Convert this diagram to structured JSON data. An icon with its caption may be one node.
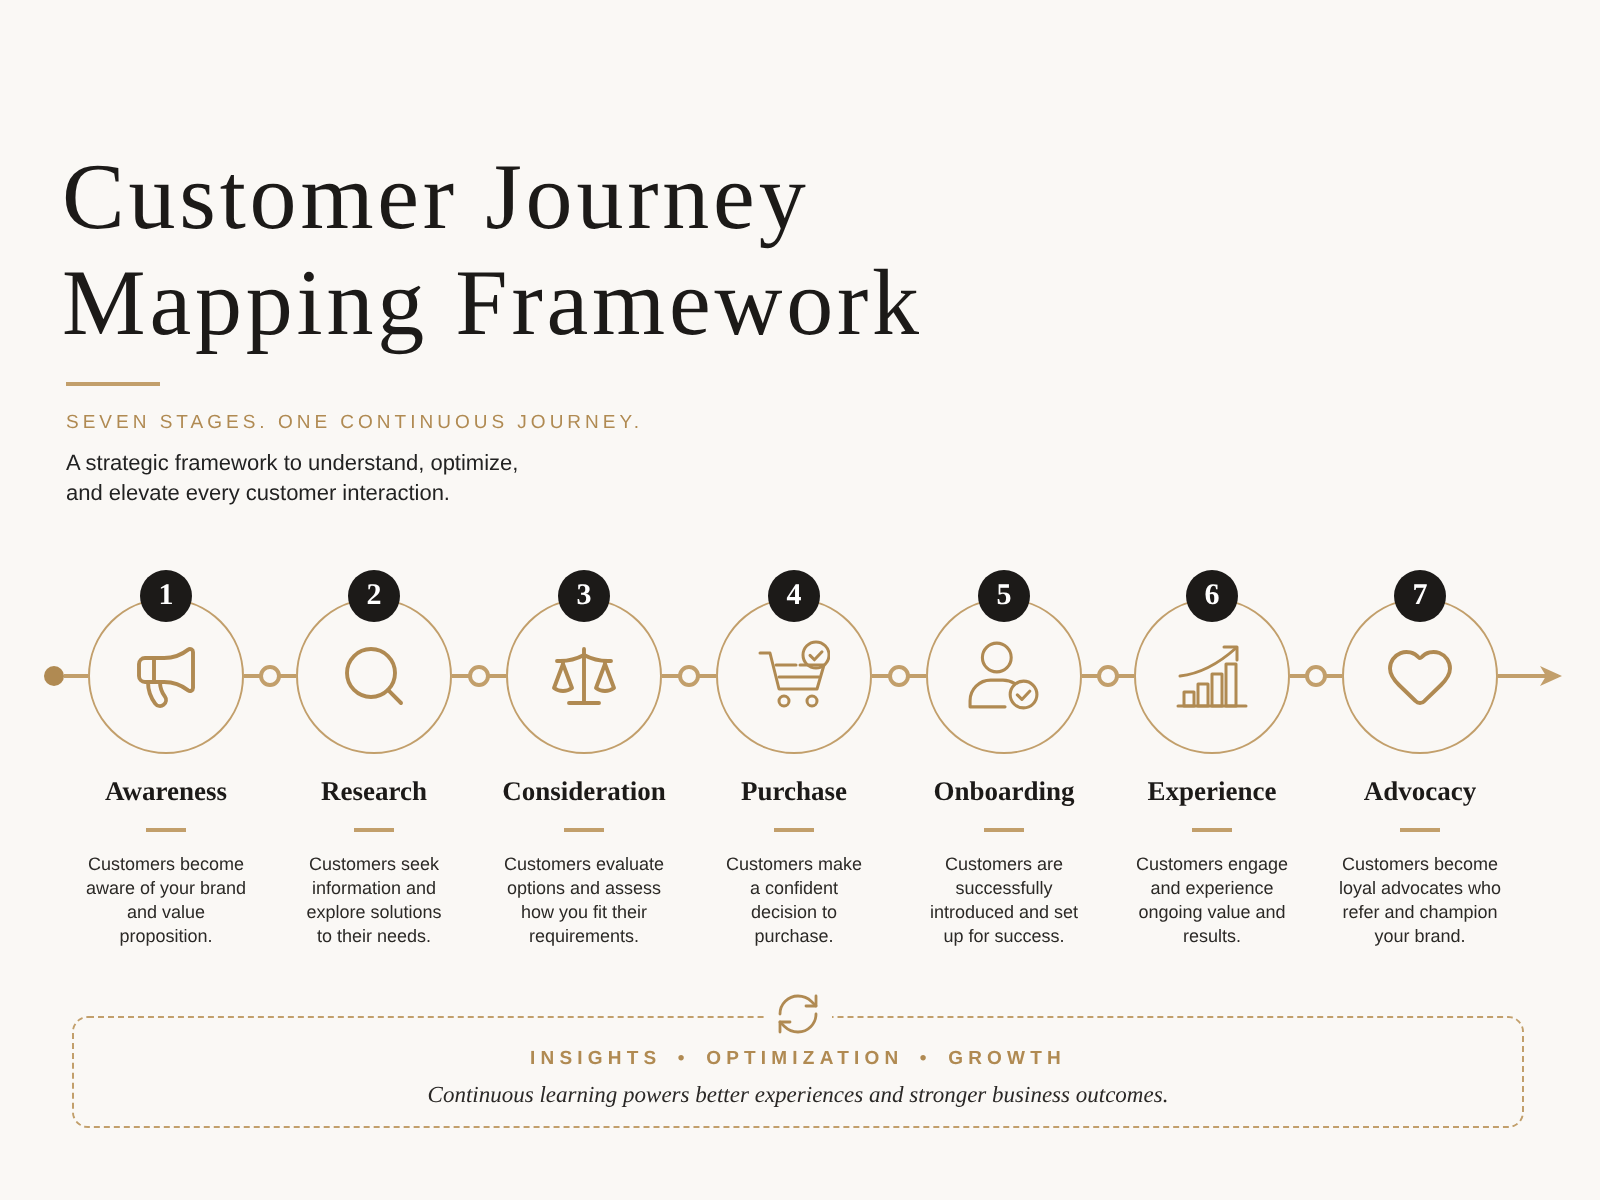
{
  "diagram": {
    "title": "Customer Journey Mapping Framework",
    "nodes": [
      {
        "text": [],
        "shape": "circle"
      },
      {
        "text": [
          "1"
        ]
      },
      {
        "text": [
          "Awareness",
          "Customers become aware of your brand and value proposition."
        ]
      },
      {
        "text": [
          "2"
        ]
      },
      {
        "text": [
          "Research",
          "Customers seek information and explore solutions to their needs."
        ]
      },
      {
        "text": [
          "3"
        ]
      },
      {
        "text": [
          "Consideration",
          "Customers evaluate options and assess how you fit their requirements."
        ]
      },
      {
        "text": [
          "4"
        ]
      },
      {
        "text": [
          "Purchase",
          "Customers make a confident decision to purchase."
        ]
      },
      {
        "text": [
          "5"
        ]
      },
      {
        "text": [
          "Onboarding",
          "Customers are successfully introduced and set up for success."
        ]
      },
      {
        "text": [
          "6"
        ]
      },
      {
        "text": [
          "Experience",
          "Customers engage and experience ongoing value and results."
        ]
      },
      {
        "text": [
          "7"
        ]
      },
      {
        "text": [
          "Advocacy",
          "Customers become loyal advocates who refer and champion your brand."
        ]
      },
      {
        "text": [
          "INSIGHTS • OPTIMIZATION • GROWTH",
          "Continuous learning powers better experiences and stronger business outcomes."
        ]
      }
    ],
    "edges": [
      {
        "from": 0,
        "to": 2,
        "arrow": "none"
      },
      {
        "from": 2,
        "to": 4,
        "arrow": "none"
      },
      {
        "from": 4,
        "to": 6,
        "arrow": "none"
      },
      {
        "from": 6,
        "to": 8,
        "arrow": "none"
      },
      {
        "from": 8,
        "to": 10,
        "arrow": "none"
      },
      {
        "from": 10,
        "to": 12,
        "arrow": "none"
      },
      {
        "from": 12,
        "to": 14,
        "arrow": "none"
      },
      {
        "from": 14,
        "to": null,
        "arrow": "to"
      }
    ],
    "labels": [
      "SEVEN STAGES. ONE CONTINUOUS JOURNEY.",
      "A strategic framework to understand, optimize, and elevate every customer interaction."
    ]
  }
}
